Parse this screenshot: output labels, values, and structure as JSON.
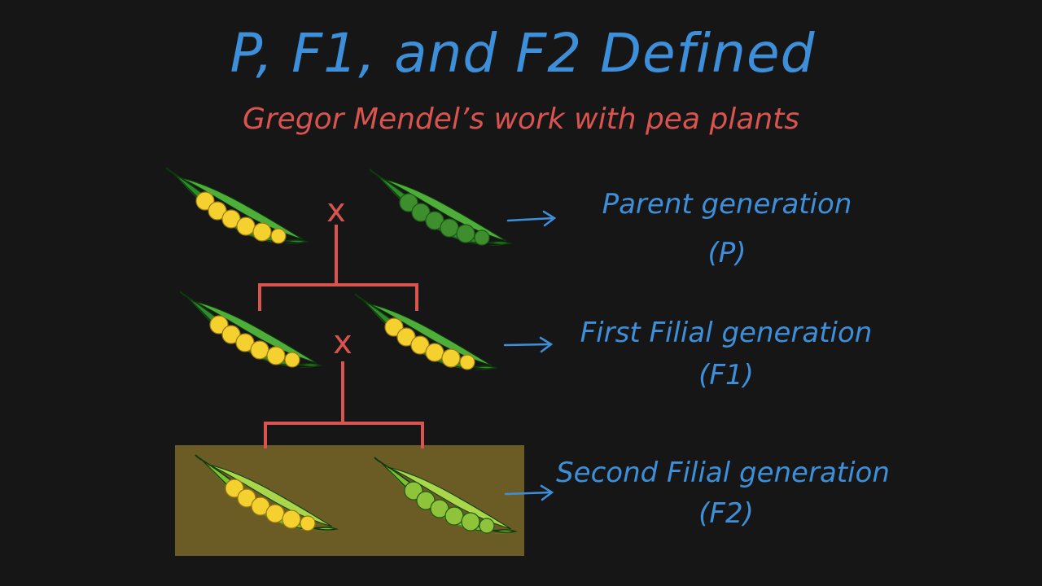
{
  "title": "P, F1, and F2 Defined",
  "subtitle": "Gregor Mendel’s work with pea plants",
  "cross_symbol": "x",
  "generations": [
    {
      "label": "Parent generation",
      "abbr": "(P)"
    },
    {
      "label": "First Filial generation",
      "abbr": "(F1)"
    },
    {
      "label": "Second Filial generation",
      "abbr": "(F2)"
    }
  ],
  "pods": {
    "parent_left": "yellow",
    "parent_right": "green",
    "f1_left": "yellow",
    "f1_right": "yellow",
    "f2_left": "yellow",
    "f2_right": "green"
  },
  "colors": {
    "background": "#161616",
    "title": "#3d8fd9",
    "subtitle": "#d9534f",
    "labels": "#3d8fd9",
    "connector": "#d9534f",
    "arrow": "#3d8fd9",
    "f2_highlight": "#6b5c26",
    "pod_dark": "#2f8a2a",
    "pod_light": "#8cc63f",
    "pea_yellow": "#f5d130",
    "pea_green": "#3e8e2e"
  }
}
